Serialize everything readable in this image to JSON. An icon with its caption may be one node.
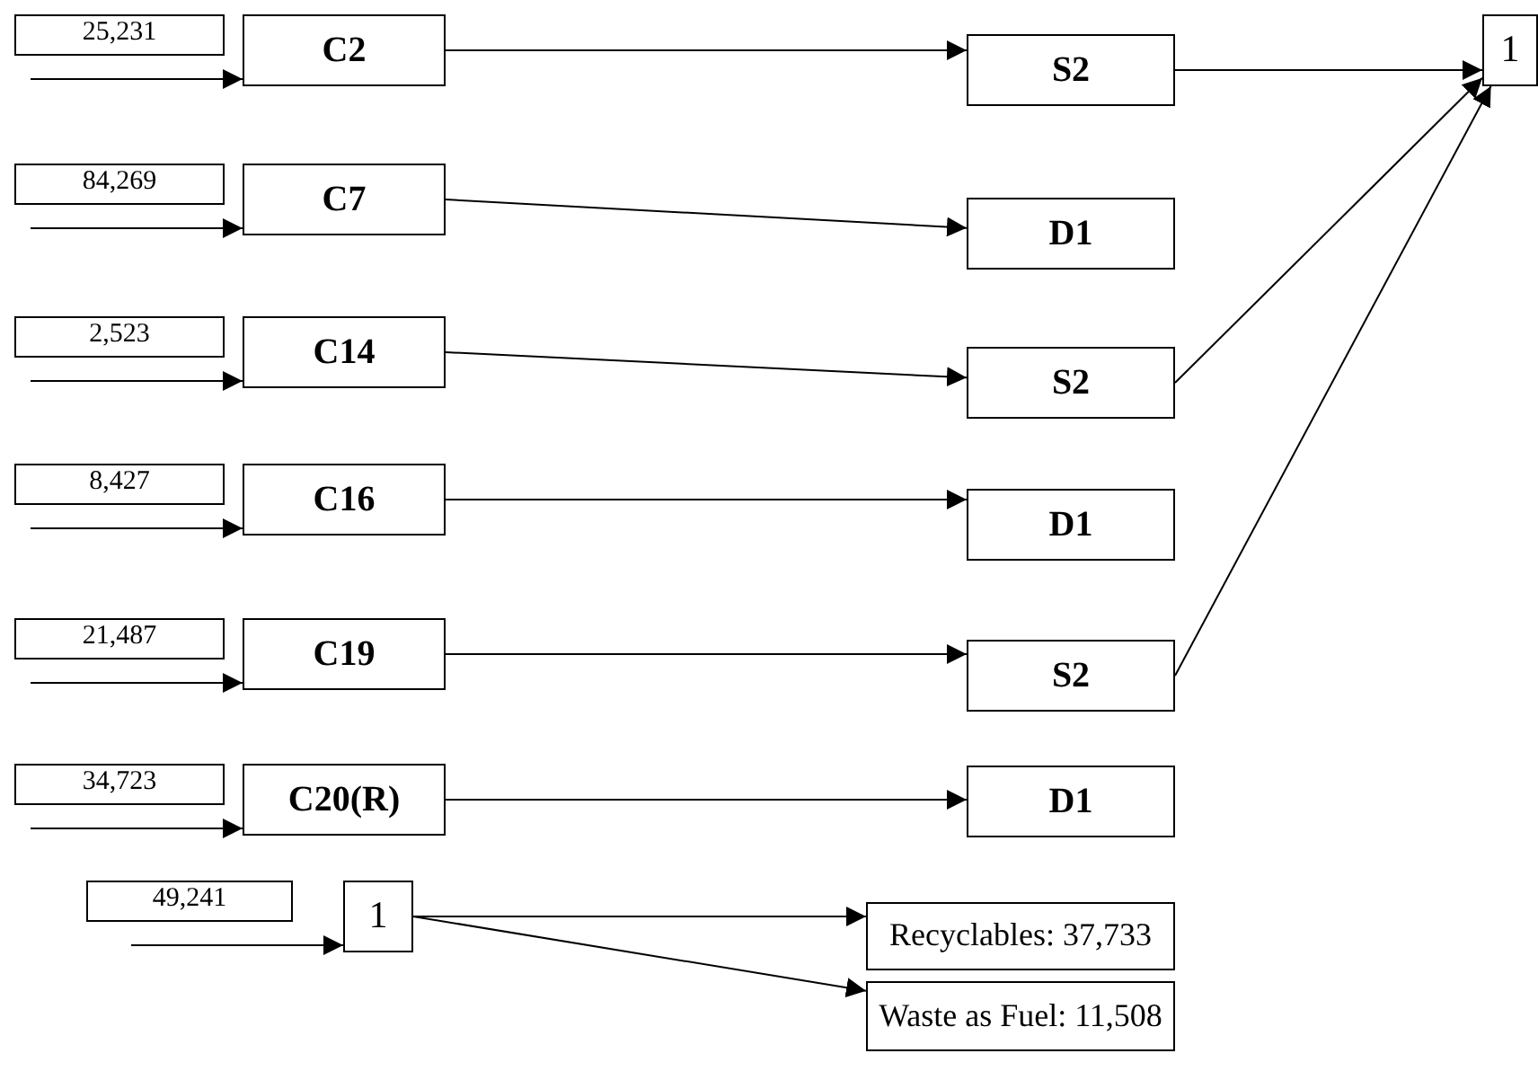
{
  "diagram": {
    "nodes": [
      {
        "text": [
          "25,231"
        ]
      },
      {
        "text": [
          "C2"
        ]
      },
      {
        "text": [
          "S2"
        ]
      },
      {
        "text": [
          "1"
        ]
      },
      {
        "text": [
          "84,269"
        ]
      },
      {
        "text": [
          "C7"
        ]
      },
      {
        "text": [
          "D1"
        ]
      },
      {
        "text": [
          "2,523"
        ]
      },
      {
        "text": [
          "C14"
        ]
      },
      {
        "text": [
          "S2"
        ]
      },
      {
        "text": [
          "8,427"
        ]
      },
      {
        "text": [
          "C16"
        ]
      },
      {
        "text": [
          "D1"
        ]
      },
      {
        "text": [
          "21,487"
        ]
      },
      {
        "text": [
          "C19"
        ]
      },
      {
        "text": [
          "S2"
        ]
      },
      {
        "text": [
          "34,723"
        ]
      },
      {
        "text": [
          "C20(R)"
        ]
      },
      {
        "text": [
          "D1"
        ]
      },
      {
        "text": [
          "49,241"
        ]
      },
      {
        "text": [
          "1"
        ]
      },
      {
        "text": [
          "Recyclables: 37,733"
        ]
      },
      {
        "text": [
          "Waste as Fuel: 11,508"
        ]
      }
    ],
    "edges": [
      {
        "from": null,
        "to": 1,
        "arrow": "to"
      },
      {
        "from": 1,
        "to": 2,
        "arrow": "to"
      },
      {
        "from": 2,
        "to": 3,
        "arrow": "to"
      },
      {
        "from": null,
        "to": 5,
        "arrow": "to"
      },
      {
        "from": 5,
        "to": 6,
        "arrow": "to"
      },
      {
        "from": null,
        "to": 8,
        "arrow": "to"
      },
      {
        "from": 8,
        "to": 9,
        "arrow": "to"
      },
      {
        "from": 9,
        "to": 3,
        "arrow": "to"
      },
      {
        "from": null,
        "to": 11,
        "arrow": "to"
      },
      {
        "from": 11,
        "to": 12,
        "arrow": "to"
      },
      {
        "from": null,
        "to": 14,
        "arrow": "to"
      },
      {
        "from": 14,
        "to": 15,
        "arrow": "to"
      },
      {
        "from": 15,
        "to": 3,
        "arrow": "to"
      },
      {
        "from": null,
        "to": 17,
        "arrow": "to"
      },
      {
        "from": 17,
        "to": 18,
        "arrow": "to"
      },
      {
        "from": null,
        "to": 20,
        "arrow": "to"
      },
      {
        "from": 20,
        "to": 21,
        "arrow": "to"
      },
      {
        "from": 20,
        "to": 22,
        "arrow": "to"
      }
    ]
  }
}
